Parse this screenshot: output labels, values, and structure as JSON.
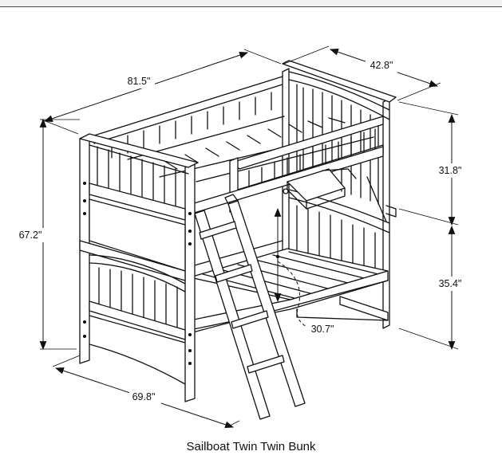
{
  "dimensions": {
    "length": "81.5\"",
    "width": "42.8\"",
    "height": "67.2\"",
    "upper_clearance": "31.8\"",
    "lower_clearance": "35.4\"",
    "floor_depth": "69.8\"",
    "ladder_reach": "30.7\""
  },
  "caption": "Sailboat Twin Twin Bunk",
  "colors": {
    "line": "#111111",
    "background": "#ffffff"
  }
}
